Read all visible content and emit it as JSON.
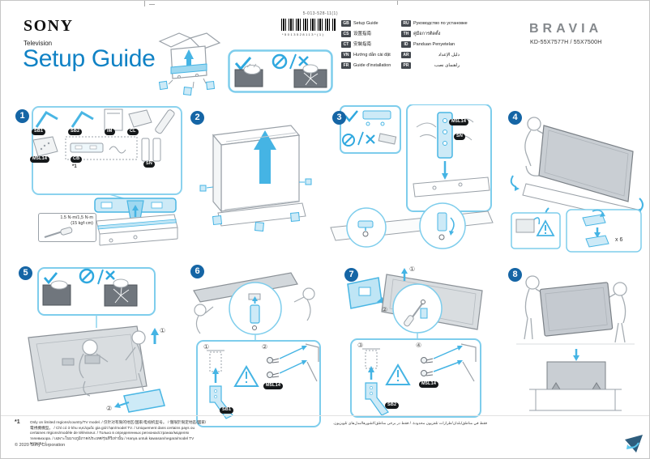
{
  "header": {
    "brand": "SONY",
    "product_type": "Television",
    "title": "Setup Guide",
    "part_number": "5-013-528-11(1)",
    "barcode_digits": "*5013528113*(1)",
    "bravia_logo": "BRAVIA",
    "models": "KD-55X7577H / 55X7500H"
  },
  "languages": {
    "left": [
      {
        "code": "GB",
        "label": "Setup Guide"
      },
      {
        "code": "CS",
        "label": "设置指南"
      },
      {
        "code": "CT",
        "label": "安裝指南"
      },
      {
        "code": "VN",
        "label": "Hướng dẫn cài đặt"
      },
      {
        "code": "FR",
        "label": "Guide d'installation"
      }
    ],
    "right": [
      {
        "code": "RU",
        "label": "Руководство по установке"
      },
      {
        "code": "TH",
        "label": "คู่มือการติดตั้ง"
      },
      {
        "code": "ID",
        "label": "Panduan Penyetelan"
      },
      {
        "code": "AR",
        "label": "دليل الإعداد"
      },
      {
        "code": "PR",
        "label": "راهنمای نصب"
      }
    ]
  },
  "steps": {
    "n1": "1",
    "n2": "2",
    "n3": "3",
    "n4": "4",
    "n5": "5",
    "n6": "6",
    "n7": "7",
    "n8": "8"
  },
  "parts": {
    "sb1": "SB1",
    "sb2": "SB2",
    "im": "IM",
    "cl": "CL",
    "m5l14": "M5L14",
    "cb": "CB",
    "sn": "SN"
  },
  "ann": {
    "footnote_ref": "*1",
    "torque1": "1.5 N·m/1,5 N·m",
    "torque2": "(15 kgf·cm)",
    "x6": "x 6",
    "c1": "①",
    "c2": "②",
    "c3": "③",
    "c4": "④"
  },
  "footer": {
    "marker": "*1",
    "note": "Only on limited regions/country/TV model. / 仅针对有限的地区/国家/电视机型号。 / 僅限於限定地區/國家/電視機機型。 / Chỉ có ở khu vực/quốc gia giới hạn/model TV. / Uniquement dans certains pays ou certaines régions/modèle de téléviseur. / Только в определенных регионах/странах/моделях телевизора. / เฉพาะในบางภูมิภาค/ประเทศ/รุ่นทีวีเท่านั้น / Hanya untuk kawasan/negara/model TV tertentu. /",
    "note_rtl": "فقط في مناطق/بلدان/طرازات تلفزيون محدودة. / فقط در برخی مناطق/کشورها/مدل‌های تلویزیون.",
    "copyright": "© 2020 Sony Corporation"
  }
}
